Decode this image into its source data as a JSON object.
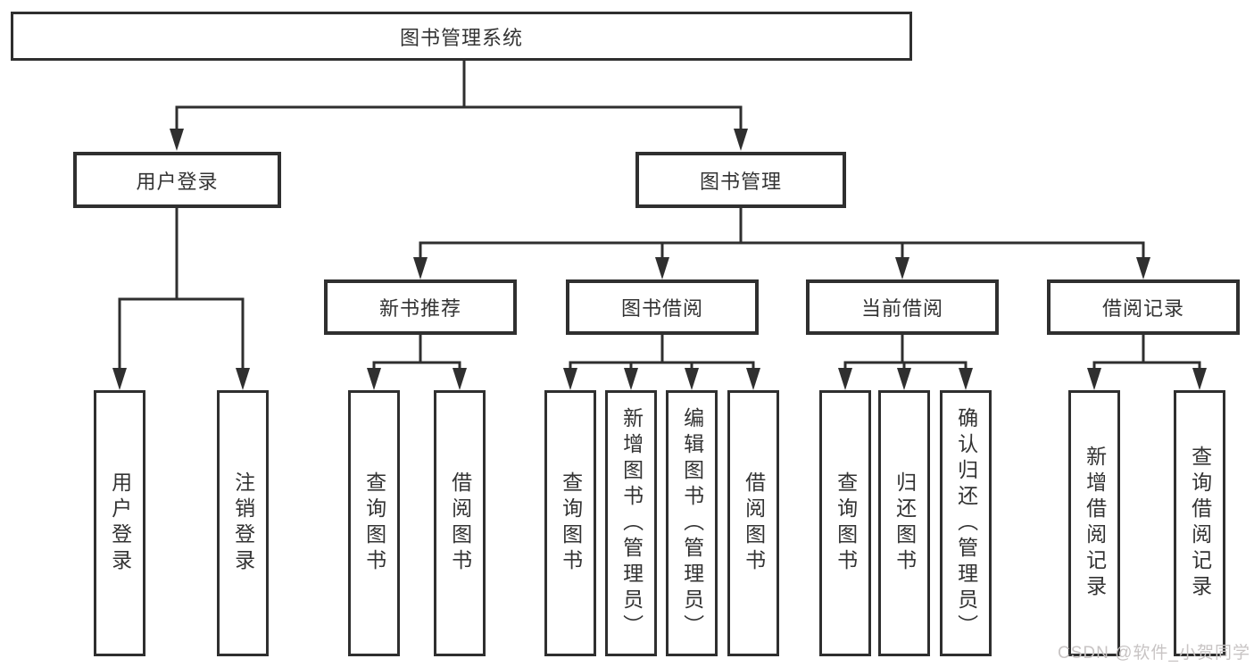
{
  "diagram_title": "图书管理系统",
  "tree": {
    "label": "图书管理系统",
    "children": [
      {
        "label": "用户登录",
        "children": [
          {
            "label": "用户登录"
          },
          {
            "label": "注销登录"
          }
        ]
      },
      {
        "label": "图书管理",
        "children": [
          {
            "label": "新书推荐",
            "children": [
              {
                "label": "查询图书"
              },
              {
                "label": "借阅图书"
              }
            ]
          },
          {
            "label": "图书借阅",
            "children": [
              {
                "label": "查询图书"
              },
              {
                "label": "新增图书（管理员）"
              },
              {
                "label": "编辑图书（管理员）"
              },
              {
                "label": "借阅图书"
              }
            ]
          },
          {
            "label": "当前借阅",
            "children": [
              {
                "label": "查询图书"
              },
              {
                "label": "归还图书"
              },
              {
                "label": "确认归还（管理员）"
              }
            ]
          },
          {
            "label": "借阅记录",
            "children": [
              {
                "label": "新增借阅记录"
              },
              {
                "label": "查询借阅记录"
              }
            ]
          }
        ]
      }
    ]
  },
  "watermark": {
    "text": "CSDN @软件_小贺同学"
  },
  "colors": {
    "line": "#2f2f2f",
    "text": "#333333",
    "background": "#ffffff",
    "watermark": "#c8c4c4"
  }
}
